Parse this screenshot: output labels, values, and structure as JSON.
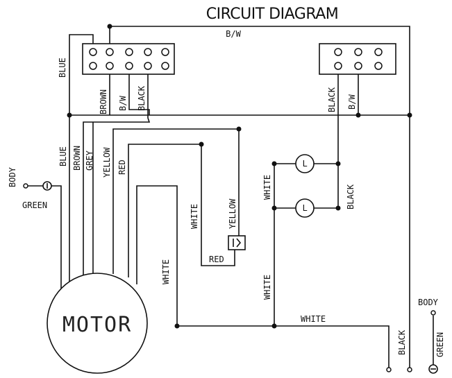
{
  "title": "CIRCUIT DIAGRAM",
  "motor": {
    "label": "MOTOR"
  },
  "wire_labels": {
    "bw_top": "B/W",
    "blue_top": "BLUE",
    "brown_conn": "BROWN",
    "bw_conn": "B/W",
    "black_conn": "BLACK",
    "black_right": "BLACK",
    "bw_right": "B/W",
    "blue_motor": "BLUE",
    "brown_motor": "BROWN",
    "grey_motor": "GREY",
    "yellow_motor": "YELLOW",
    "red_motor": "RED",
    "white_switch": "WHITE",
    "yellow_switch": "YELLOW",
    "red_switch": "RED",
    "white_motor": "WHITE",
    "white_lamp": "WHITE",
    "black_lamp": "BLACK",
    "white_lower": "WHITE",
    "white_bottom": "WHITE",
    "black_bottom": "BLACK"
  },
  "ground_left": {
    "body": "BODY",
    "green": "GREEN"
  },
  "ground_right": {
    "body": "BODY",
    "green": "GREEN"
  },
  "lamps": [
    {
      "label": "L"
    },
    {
      "label": "L"
    }
  ]
}
